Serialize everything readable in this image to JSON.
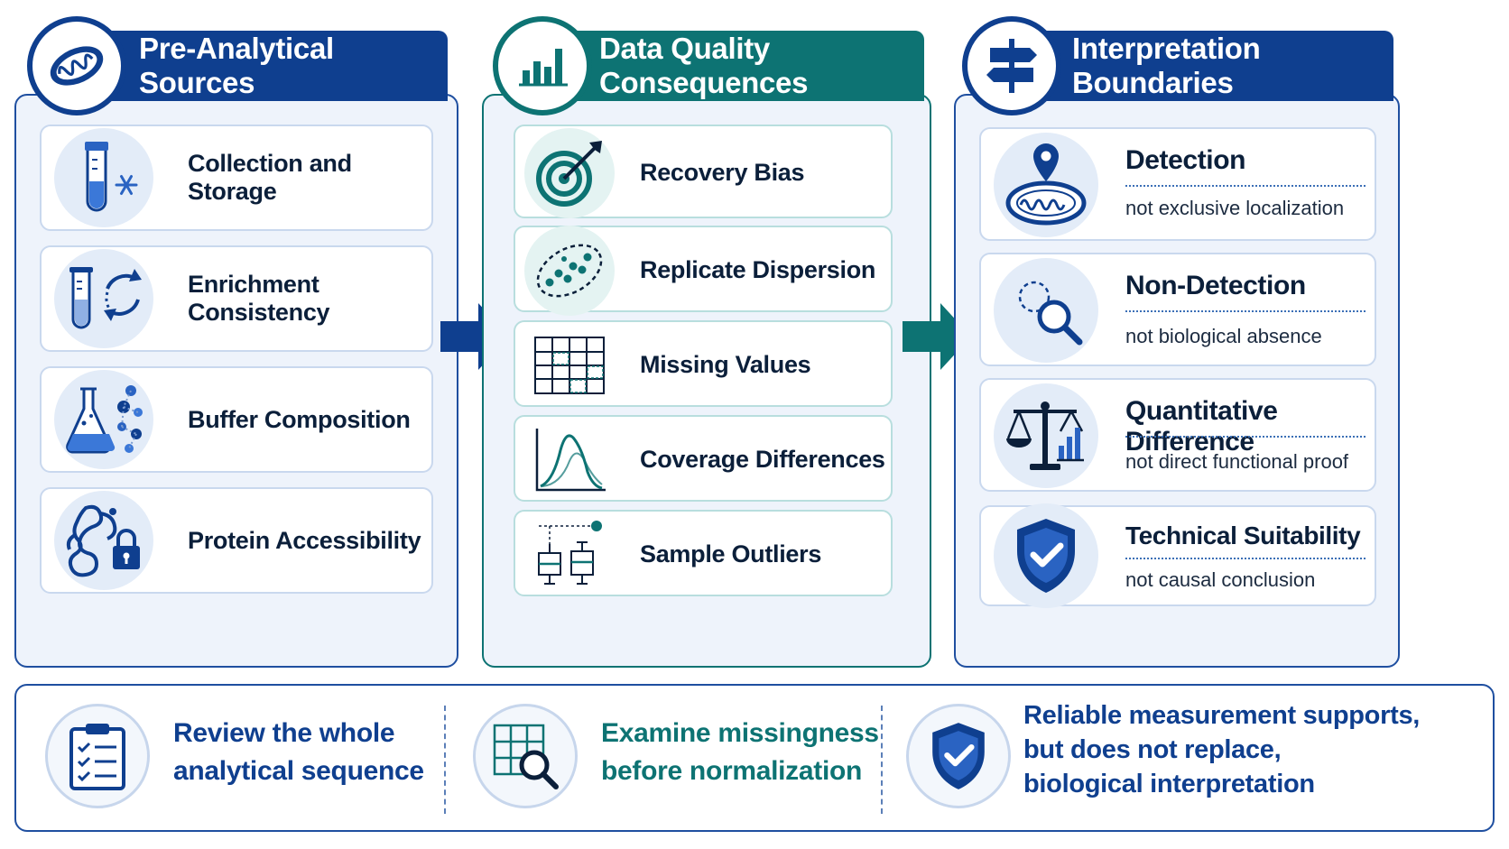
{
  "columns": {
    "pre_analytical": {
      "title": "Pre-Analytical Sources",
      "color": "#0f3f8f",
      "items": [
        {
          "label": "Collection and Storage",
          "icon": "test-tube-snowflake-icon"
        },
        {
          "label": "Enrichment Consistency",
          "icon": "tube-cycle-icon"
        },
        {
          "label": "Buffer Composition",
          "icon": "flask-molecules-icon"
        },
        {
          "label": "Protein Accessibility",
          "icon": "protein-lock-icon"
        }
      ]
    },
    "data_quality": {
      "title": "Data Quality Consequences",
      "color": "#0d7373",
      "items": [
        {
          "label": "Recovery Bias",
          "icon": "target-icon"
        },
        {
          "label": "Replicate Dispersion",
          "icon": "scatter-icon"
        },
        {
          "label": "Missing Values",
          "icon": "grid-missing-icon"
        },
        {
          "label": "Coverage Differences",
          "icon": "curves-icon"
        },
        {
          "label": "Sample Outliers",
          "icon": "boxplot-icon"
        }
      ]
    },
    "interpretation": {
      "title": "Interpretation Boundaries",
      "color": "#0f3f8f",
      "items": [
        {
          "title": "Detection",
          "sub": "not exclusive localization",
          "icon": "mitochondrion-pin-icon"
        },
        {
          "title": "Non-Detection",
          "sub": "not biological absence",
          "icon": "magnifier-icon"
        },
        {
          "title": "Quantitative Difference",
          "sub": "not direct functional proof",
          "icon": "scale-icon"
        },
        {
          "title": "Technical Suitability",
          "sub": "not causal conclusion",
          "icon": "shield-check-icon"
        }
      ]
    }
  },
  "bottom": {
    "items": [
      {
        "line1": "Review the whole",
        "line2": "analytical sequence",
        "line3": "",
        "color": "#0f3f8f",
        "icon": "checklist-icon"
      },
      {
        "line1": "Examine missingness",
        "line2": "before normalization",
        "line3": "",
        "color": "#0d7373",
        "icon": "grid-search-icon"
      },
      {
        "line1": "Reliable measurement supports,",
        "line2": "but does not replace,",
        "line3": "biological interpretation",
        "color": "#0f3f8f",
        "icon": "shield-check-icon"
      }
    ]
  }
}
